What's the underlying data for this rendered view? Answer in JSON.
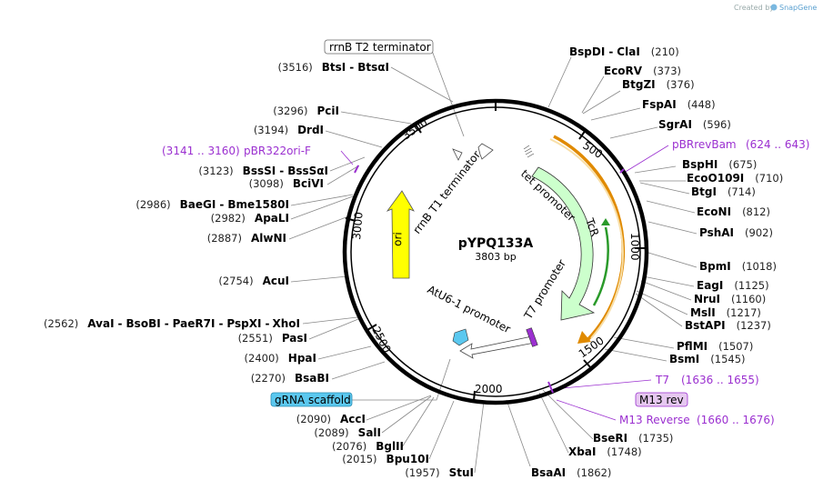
{
  "credit": {
    "prefix": "Created by",
    "brand": "SnapGene"
  },
  "plasmid": {
    "name": "pYPQ133A",
    "length_label": "3803 bp",
    "length": 3803
  },
  "tick_labels": [
    "500",
    "1000",
    "1500",
    "2000",
    "2500",
    "3000",
    "3500"
  ],
  "features": {
    "rrnb_t2": "rrnB T2 terminator",
    "rrnb_t1": "rrnB T1 terminator",
    "ori": "ori",
    "tet_promoter": "tet promoter",
    "tcr": "TcR",
    "t7_promoter": "T7 promoter",
    "atu6": "AtU6-1 promoter",
    "grna": "gRNA scaffold",
    "m13rev_box": "M13 rev"
  },
  "primers": {
    "pbr322": {
      "pos": "(3141 .. 3160)",
      "name": "pBR322ori-F"
    },
    "pbrrev": {
      "name": "pBRrevBam",
      "pos": "(624 .. 643)"
    },
    "t7": {
      "name": "T7",
      "pos": "(1636 .. 1655)"
    },
    "m13r": {
      "name": "M13 Reverse",
      "pos": "(1660 .. 1676)"
    }
  },
  "right_sites": [
    {
      "name": "BspDI",
      "alt": "ClaI",
      "pos": "(210)"
    },
    {
      "name": "EcoRV",
      "pos": "(373)"
    },
    {
      "name": "BtgZI",
      "pos": "(376)"
    },
    {
      "name": "FspAI",
      "pos": "(448)"
    },
    {
      "name": "SgrAI",
      "pos": "(596)"
    },
    {
      "name": "BspHI",
      "pos": "(675)"
    },
    {
      "name": "EcoO109I",
      "pos": "(710)"
    },
    {
      "name": "BtgI",
      "pos": "(714)"
    },
    {
      "name": "EcoNI",
      "pos": "(812)"
    },
    {
      "name": "PshAI",
      "pos": "(902)"
    },
    {
      "name": "BpmI",
      "pos": "(1018)"
    },
    {
      "name": "EagI",
      "pos": "(1125)"
    },
    {
      "name": "NruI",
      "pos": "(1160)"
    },
    {
      "name": "MslI",
      "pos": "(1217)"
    },
    {
      "name": "BstAPI",
      "pos": "(1237)"
    },
    {
      "name": "PflMI",
      "pos": "(1507)"
    },
    {
      "name": "BsmI",
      "pos": "(1545)"
    },
    {
      "name": "BseRI",
      "pos": "(1735)"
    },
    {
      "name": "XbaI",
      "pos": "(1748)"
    },
    {
      "name": "BsaAI",
      "pos": "(1862)"
    }
  ],
  "left_sites": [
    {
      "pos": "(3516)",
      "name": "BtsI",
      "alt": "BtsαI"
    },
    {
      "pos": "(3296)",
      "name": "PciI"
    },
    {
      "pos": "(3194)",
      "name": "DrdI"
    },
    {
      "pos": "(3123)",
      "name": "BssSI",
      "alt": "BssSαI"
    },
    {
      "pos": "(3098)",
      "name": "BciVI"
    },
    {
      "pos": "(2986)",
      "name": "BaeGI",
      "alt": "Bme1580I"
    },
    {
      "pos": "(2982)",
      "name": "ApaLI"
    },
    {
      "pos": "(2887)",
      "name": "AlwNI"
    },
    {
      "pos": "(2754)",
      "name": "AcuI"
    },
    {
      "pos": "(2562)",
      "name": "AvaI",
      "alt": "BsoBI",
      "alt2": "PaeR7I",
      "alt3": "PspXI",
      "alt4": "XhoI"
    },
    {
      "pos": "(2551)",
      "name": "PasI"
    },
    {
      "pos": "(2400)",
      "name": "HpaI"
    },
    {
      "pos": "(2270)",
      "name": "BsaBI"
    },
    {
      "pos": "(2090)",
      "name": "AccI"
    },
    {
      "pos": "(2089)",
      "name": "SalI"
    },
    {
      "pos": "(2076)",
      "name": "BglII"
    },
    {
      "pos": "(2015)",
      "name": "Bpu10I"
    },
    {
      "pos": "(1957)",
      "name": "StuI"
    }
  ],
  "colors": {
    "ori": "#ffff00",
    "tcr": "#ccffcc",
    "orange": "#e08a00",
    "green": "#2a9a2a",
    "primer": "#9b30d0",
    "grna": "#5bc8ef",
    "promoter": "#ffffff"
  }
}
